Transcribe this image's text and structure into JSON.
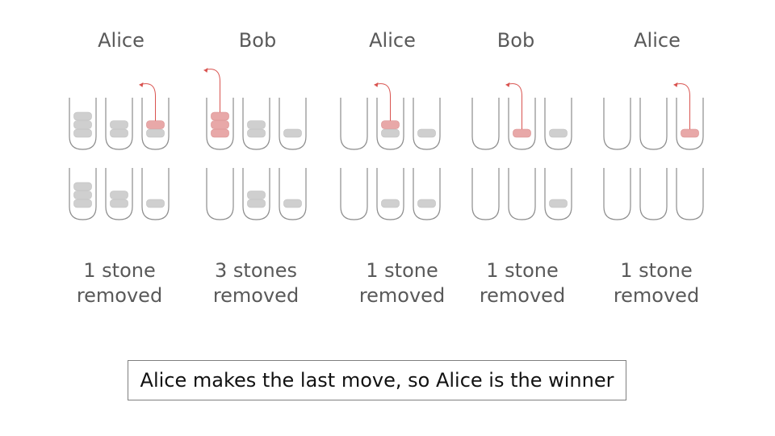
{
  "colors": {
    "pile_outline": "#8c8c8c",
    "stone": "#cfcfcf",
    "stone_removed": "#e8a8a8",
    "arrow": "#d9534f",
    "text": "#595959"
  },
  "steps": [
    {
      "player": "Alice",
      "count_text": "1 stone",
      "removed_text": "removed",
      "before": [
        3,
        2,
        2
      ],
      "after": [
        3,
        2,
        1
      ],
      "removed_pile": 2,
      "removed_count": 1
    },
    {
      "player": "Bob",
      "count_text": "3 stones",
      "removed_text": "removed",
      "before": [
        3,
        2,
        1
      ],
      "after": [
        0,
        2,
        1
      ],
      "removed_pile": 0,
      "removed_count": 3
    },
    {
      "player": "Alice",
      "count_text": "1 stone",
      "removed_text": "removed",
      "before": [
        0,
        2,
        1
      ],
      "after": [
        0,
        1,
        1
      ],
      "removed_pile": 1,
      "removed_count": 1
    },
    {
      "player": "Bob",
      "count_text": "1 stone",
      "removed_text": "removed",
      "before": [
        0,
        1,
        1
      ],
      "after": [
        0,
        0,
        1
      ],
      "removed_pile": 1,
      "removed_count": 1
    },
    {
      "player": "Alice",
      "count_text": "1 stone",
      "removed_text": "removed",
      "before": [
        0,
        0,
        1
      ],
      "after": [
        0,
        0,
        0
      ],
      "removed_pile": 2,
      "removed_count": 1
    }
  ],
  "result": "Alice makes the last move, so Alice is the winner"
}
